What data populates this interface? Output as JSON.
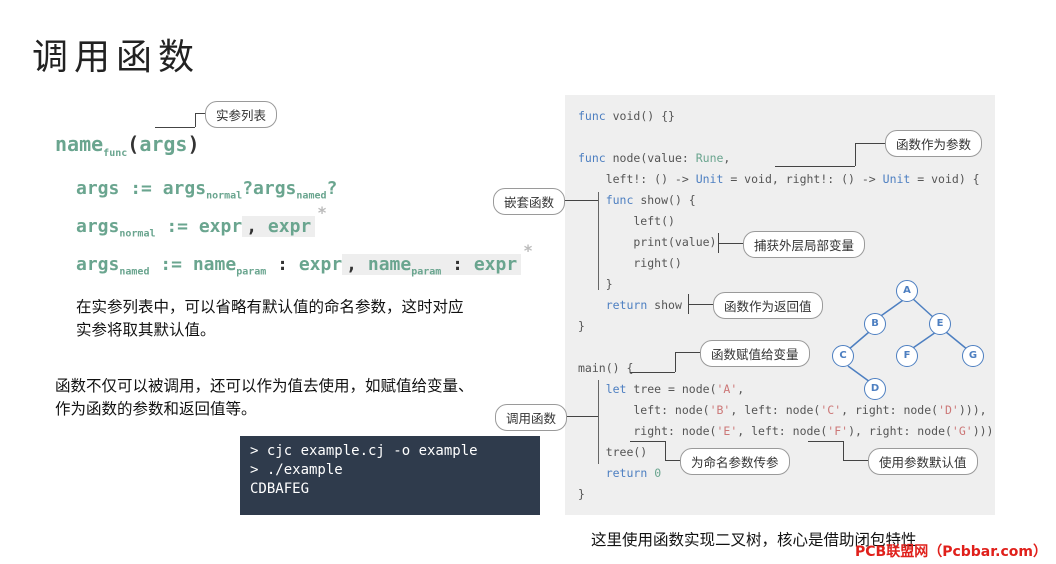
{
  "slide": {
    "title": "调用函数"
  },
  "formula": {
    "name": "name",
    "name_sub": "func",
    "open_paren": "(",
    "args": "args",
    "close_paren": ")",
    "line1": {
      "lhs": "args",
      "op": " := ",
      "args": "args",
      "sub1": "normal",
      "q1": "?",
      "args2": "args",
      "sub2": "named",
      "q2": "?"
    },
    "line2": {
      "lhs": "args",
      "sub": "normal",
      "op": " := ",
      "expr1": "expr",
      "sep": ", ",
      "expr2": "expr",
      "star": "*"
    },
    "line3": {
      "lhs": "args",
      "sub": "named",
      "op": " := ",
      "name": "name",
      "param_sub": "param",
      "colon": " : ",
      "expr": "expr",
      "sep": ", ",
      "name2": "name",
      "param_sub2": "param",
      "colon2": " : ",
      "expr2": "expr",
      "star": "*"
    }
  },
  "callouts": {
    "arg_list": "实参列表",
    "func_as_param": "函数作为参数",
    "nested_func": "嵌套函数",
    "capture_vars": "捕获外层局部变量",
    "func_as_return": "函数作为返回值",
    "assign_func": "函数赋值给变量",
    "call_func": "调用函数",
    "pass_named": "为命名参数传参",
    "use_default": "使用参数默认值"
  },
  "text": {
    "para1_line1": "在实参列表中，可以省略有默认值的命名参数，这时对应",
    "para1_line2": "实参将取其默认值。",
    "para2_line1": "函数不仅可以被调用，还可以作为值去使用，如赋值给变量、",
    "para2_line2": "作为函数的参数和返回值等。",
    "caption": "这里使用函数实现二叉树，核心是借助闭包特性"
  },
  "terminal": {
    "line1": "> cjc example.cj -o example",
    "line2": "> ./example",
    "line3": "CDBAFEG"
  },
  "tree": {
    "nodes": [
      "A",
      "B",
      "E",
      "C",
      "D",
      "F",
      "G"
    ]
  },
  "watermark": "PCB联盟网（Pcbbar.com）",
  "colors": {
    "accent": "#6aa58f",
    "keyword": "#4d7fc1",
    "terminal_bg": "#2f3b4c",
    "panel_bg": "#efefef"
  }
}
